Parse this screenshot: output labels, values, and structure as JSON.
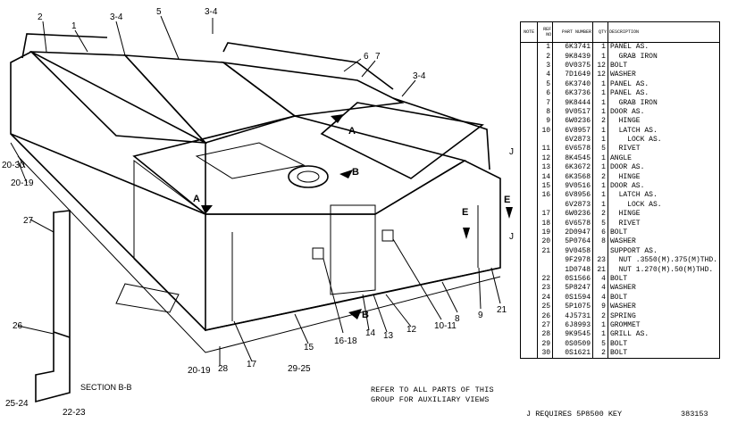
{
  "callouts": [
    "2",
    "1",
    "3-4",
    "5",
    "3-4",
    "6",
    "7",
    "3-4",
    "A",
    "B",
    "A",
    "B",
    "E",
    "E",
    "20-30",
    "20-19",
    "27",
    "26",
    "25-24",
    "22-23",
    "28",
    "20-19",
    "17",
    "15",
    "29-25",
    "16-18",
    "13",
    "14",
    "12",
    "10-11",
    "8",
    "9",
    "21"
  ],
  "section_label": "SECTION B-B",
  "reference_note": [
    "REFER TO ALL PARTS OF THIS",
    "GROUP FOR AUXILIARY VIEWS"
  ],
  "table": {
    "headers": {
      "note": "NOTE",
      "ref": "REF NO",
      "part": "PART NUMBER",
      "qty": "QTY",
      "desc": "DESCRIPTION"
    },
    "rows": [
      {
        "note": "",
        "ref": "1",
        "part": "6K3741",
        "qty": "1",
        "desc": "PANEL AS."
      },
      {
        "note": "",
        "ref": "2",
        "part": "9K8439",
        "qty": "1",
        "desc": "  GRAB IRON"
      },
      {
        "note": "",
        "ref": "3",
        "part": "0V0375",
        "qty": "12",
        "desc": "BOLT"
      },
      {
        "note": "",
        "ref": "4",
        "part": "7D1649",
        "qty": "12",
        "desc": "WASHER"
      },
      {
        "note": "",
        "ref": "5",
        "part": "6K3740",
        "qty": "1",
        "desc": "PANEL AS."
      },
      {
        "note": "",
        "ref": "6",
        "part": "6K3736",
        "qty": "1",
        "desc": "PANEL AS."
      },
      {
        "note": "",
        "ref": "7",
        "part": "9K8444",
        "qty": "1",
        "desc": "  GRAB IRON"
      },
      {
        "note": "",
        "ref": "8",
        "part": "9V0517",
        "qty": "1",
        "desc": "DOOR AS."
      },
      {
        "note": "",
        "ref": "9",
        "part": "6W0236",
        "qty": "2",
        "desc": "  HINGE"
      },
      {
        "note": "",
        "ref": "10",
        "part": "6V8957",
        "qty": "1",
        "desc": "  LATCH AS."
      },
      {
        "note": "",
        "ref": "",
        "part": "6V2873",
        "qty": "1",
        "desc": "    LOCK AS."
      },
      {
        "note": "",
        "ref": "11",
        "part": "6V6578",
        "qty": "5",
        "desc": "  RIVET"
      },
      {
        "note": "",
        "ref": "12",
        "part": "8K4545",
        "qty": "1",
        "desc": "ANGLE"
      },
      {
        "note": "",
        "ref": "13",
        "part": "6K3672",
        "qty": "1",
        "desc": "DOOR AS."
      },
      {
        "note": "",
        "ref": "14",
        "part": "6K3568",
        "qty": "2",
        "desc": "  HINGE"
      },
      {
        "note": "",
        "ref": "15",
        "part": "9V0516",
        "qty": "1",
        "desc": "DOOR AS."
      },
      {
        "note": "",
        "ref": "16",
        "part": "6V8956",
        "qty": "1",
        "desc": "  LATCH AS."
      },
      {
        "note": "",
        "ref": "",
        "part": "6V2873",
        "qty": "1",
        "desc": "    LOCK AS."
      },
      {
        "note": "",
        "ref": "17",
        "part": "6W0236",
        "qty": "2",
        "desc": "  HINGE"
      },
      {
        "note": "",
        "ref": "18",
        "part": "6V6578",
        "qty": "5",
        "desc": "  RIVET"
      },
      {
        "note": "",
        "ref": "19",
        "part": "2D0947",
        "qty": "6",
        "desc": "BOLT"
      },
      {
        "note": "",
        "ref": "20",
        "part": "5P0764",
        "qty": "8",
        "desc": "WASHER"
      },
      {
        "note": "",
        "ref": "21",
        "part": "9V0458",
        "qty": "",
        "desc": "SUPPORT AS."
      },
      {
        "note": "",
        "ref": "",
        "part": "9F2978",
        "qty": "23",
        "desc": "  NUT .3550(M).375(M)THD."
      },
      {
        "note": "",
        "ref": "",
        "part": "1D0748",
        "qty": "21",
        "desc": "  NUT 1.270(M).50(M)THD."
      },
      {
        "note": "",
        "ref": "22",
        "part": "0S1566",
        "qty": "4",
        "desc": "BOLT"
      },
      {
        "note": "",
        "ref": "23",
        "part": "5P8247",
        "qty": "4",
        "desc": "WASHER"
      },
      {
        "note": "",
        "ref": "24",
        "part": "0S1594",
        "qty": "4",
        "desc": "BOLT"
      },
      {
        "note": "",
        "ref": "25",
        "part": "5P1075",
        "qty": "9",
        "desc": "WASHER"
      },
      {
        "note": "",
        "ref": "26",
        "part": "4J5731",
        "qty": "2",
        "desc": "SPRING"
      },
      {
        "note": "",
        "ref": "27",
        "part": "6J8993",
        "qty": "1",
        "desc": "GROMMET"
      },
      {
        "note": "",
        "ref": "28",
        "part": "9K9545",
        "qty": "1",
        "desc": "GRILL AS."
      },
      {
        "note": "",
        "ref": "29",
        "part": "0S0509",
        "qty": "5",
        "desc": "BOLT"
      },
      {
        "note": "",
        "ref": "30",
        "part": "0S1621",
        "qty": "2",
        "desc": "BOLT"
      }
    ]
  },
  "side_marks": [
    "J",
    "J"
  ],
  "footnote": "J  REQUIRES 5P8500 KEY",
  "figure_number": "383153"
}
